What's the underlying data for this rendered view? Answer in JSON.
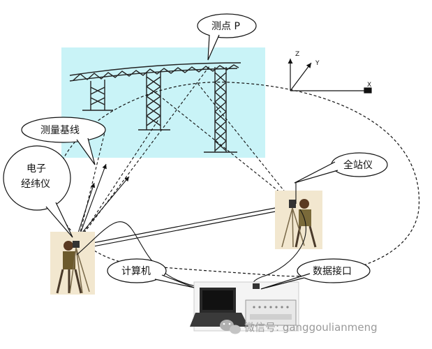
{
  "callouts": {
    "measure_point": "测点 P",
    "baseline": "测量基线",
    "theodolite_line1": "电子",
    "theodolite_line2": "经纬仪",
    "total_station": "全站仪",
    "computer": "计算机",
    "data_interface": "数据接口"
  },
  "axes": {
    "z": "Z",
    "y": "Y",
    "x": "X"
  },
  "watermark": "微信号: ganggoulianmeng",
  "colors": {
    "sky_panel": "#c9f3f7",
    "lines": "#111111",
    "figure_bg": "#f2e7cf"
  }
}
